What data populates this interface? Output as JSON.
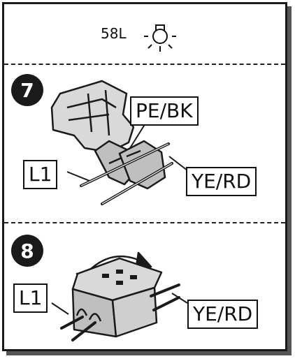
{
  "header": {
    "model": "58L",
    "icon": "light-bulb-icon"
  },
  "steps": [
    {
      "number": "7",
      "labels": {
        "pe_bk": "PE/BK",
        "l1": "L1",
        "ye_rd": "YE/RD"
      },
      "illustration": "open-connector-icon"
    },
    {
      "number": "8",
      "labels": {
        "l1": "L1",
        "ye_rd": "YE/RD"
      },
      "illustration": "closed-connector-icon"
    }
  ],
  "colors": {
    "stroke": "#1a1a1a",
    "fill_light": "#d9d9d9",
    "fill_mid": "#bfbfbf",
    "shadow": "#555555"
  }
}
